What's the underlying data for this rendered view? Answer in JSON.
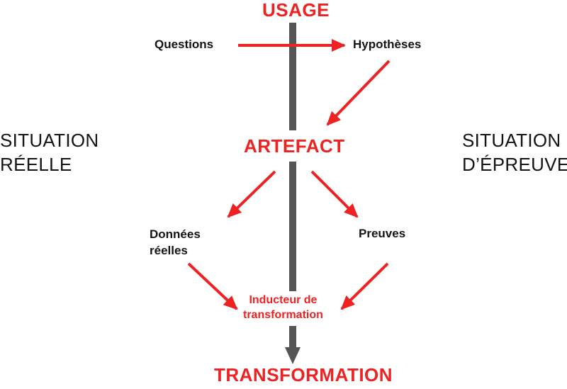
{
  "labels": {
    "usage": "USAGE",
    "artefact": "ARTEFACT",
    "transformation": "TRANSFORMATION",
    "questions": "Questions",
    "hypotheses": "Hypothèses",
    "donnees_reelles": "Données\nréelles",
    "preuves": "Preuves",
    "inducteur": "Inducteur de\ntransformation",
    "situation_reelle": "SITUATION\nRÉELLE",
    "situation_epreuve": "SITUATION\nD’ÉPREUVE"
  },
  "colors": {
    "accent": "#ee2222",
    "axis": "#555555",
    "text": "#141414"
  }
}
